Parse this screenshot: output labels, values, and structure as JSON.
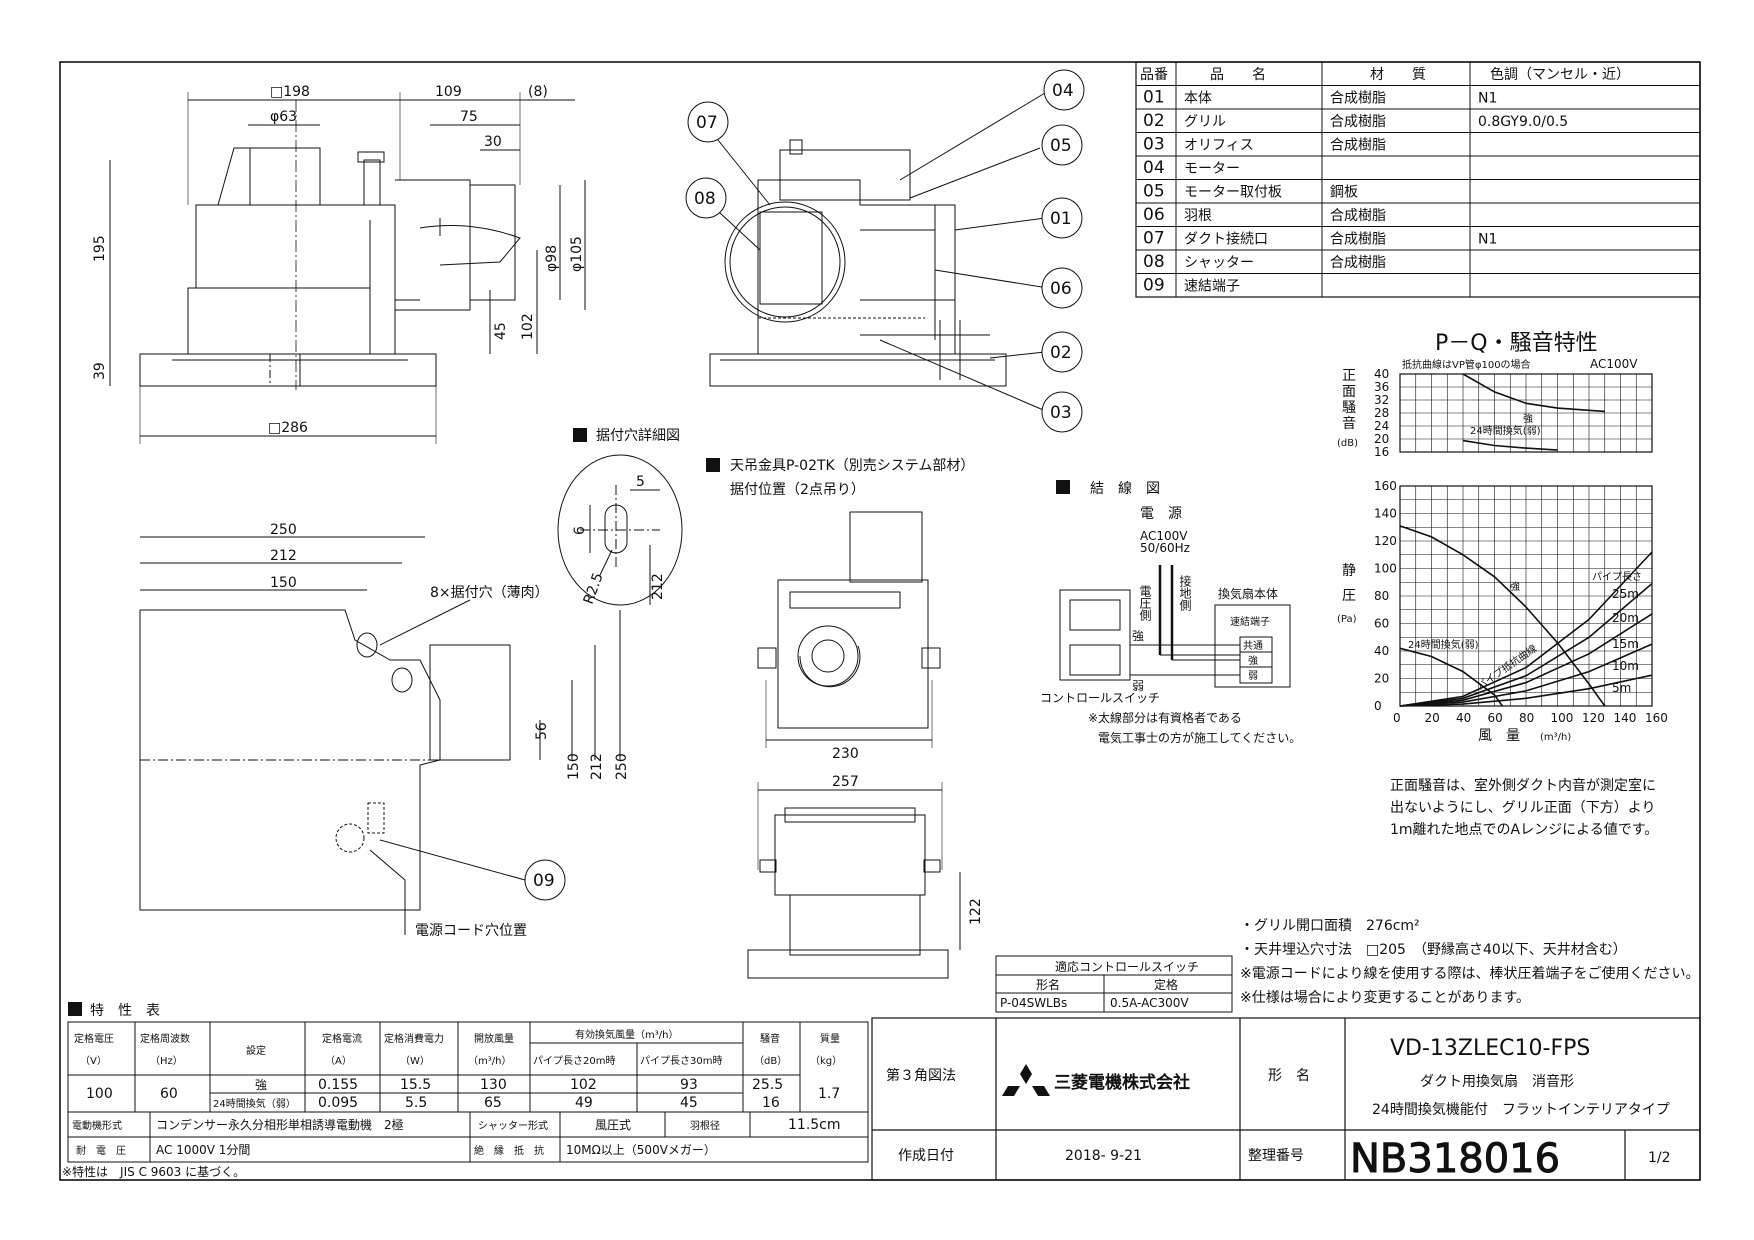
{
  "parts_table": {
    "headers": [
      "品番",
      "品　　名",
      "材　　質",
      "色調（マンセル・近）"
    ],
    "rows": [
      {
        "no": "01",
        "name": "本体",
        "material": "合成樹脂",
        "color": "N1"
      },
      {
        "no": "02",
        "name": "グリル",
        "material": "合成樹脂",
        "color": "0.8GY9.0/0.5"
      },
      {
        "no": "03",
        "name": "オリフィス",
        "material": "合成樹脂",
        "color": ""
      },
      {
        "no": "04",
        "name": "モーター",
        "material": "",
        "color": ""
      },
      {
        "no": "05",
        "name": "モーター取付板",
        "material": "鋼板",
        "color": ""
      },
      {
        "no": "06",
        "name": "羽根",
        "material": "合成樹脂",
        "color": ""
      },
      {
        "no": "07",
        "name": "ダクト接続口",
        "material": "合成樹脂",
        "color": "N1"
      },
      {
        "no": "08",
        "name": "シャッター",
        "material": "合成樹脂",
        "color": ""
      },
      {
        "no": "09",
        "name": "速結端子",
        "material": "",
        "color": ""
      }
    ]
  },
  "side_view": {
    "dims": {
      "width_top": "□198",
      "duct_dia_top": "φ63",
      "d109": "109",
      "d8": "(8)",
      "d75": "75",
      "d30": "30",
      "height": "195",
      "flange": "39",
      "d45": "45",
      "d102": "102",
      "phi98": "φ98",
      "phi105": "φ105",
      "width_bottom": "□286"
    }
  },
  "callouts": [
    "04",
    "05",
    "01",
    "06",
    "02",
    "03",
    "07",
    "08",
    "09"
  ],
  "mounting_hole_detail": {
    "title": "据付穴詳細図",
    "dims": {
      "d5": "5",
      "d6": "6",
      "r": "R2.5",
      "d212": "212"
    }
  },
  "hanger": {
    "title": "天吊金具P-02TK（別売システム部材）",
    "subtitle": "据付位置（2点吊り）",
    "dims": {
      "d230": "230",
      "d257": "257",
      "d122": "122"
    }
  },
  "plan_view": {
    "dims": {
      "d250": "250",
      "d212": "212",
      "d150": "150",
      "d56": "56",
      "v150": "150",
      "v212": "212",
      "v250": "250"
    },
    "hole_label": "8×据付穴（薄肉）",
    "cord_label": "電源コード穴位置"
  },
  "wiring": {
    "title": "結　線　図",
    "power": "電　源",
    "ac": "AC100V",
    "freq": "50/60Hz",
    "voltage_side": "電圧側",
    "ground_side": "接地側",
    "fan_body": "換気扇本体",
    "terminal": "速結端子",
    "common": "共通",
    "strong": "強",
    "weak": "弱",
    "switch": "コントロールスイッチ",
    "note1": "※太線部分は有資格者である",
    "note2": "電気工事士の方が施工してください。"
  },
  "pq_chart": {
    "title": "P－Q・騒音特性",
    "noise_note": "抵抗曲線はVP管φ100の場合",
    "ac": "AC100V",
    "noise_label": [
      "正",
      "面",
      "騒",
      "音"
    ],
    "noise_unit": "(dB)",
    "pressure_label": [
      "静",
      "圧"
    ],
    "pressure_unit": "(Pa)",
    "x_label": "風　量",
    "x_unit": "(m³/h)",
    "strong": "強",
    "h24": "24時間換気(弱)",
    "pipe_length": "パイプ長さ",
    "pipe_curve": "パイプ抵抗曲線",
    "pipes": [
      "25m",
      "20m",
      "15m",
      "10m",
      "5m"
    ],
    "note": [
      "正面騒音は、室外側ダクト内音が測定室に",
      "出ないようにし、グリル正面（下方）より",
      "1m離れた地点でのAレンジによる値です。"
    ]
  },
  "chart_data": [
    {
      "type": "line",
      "title": "P－Q・騒音特性",
      "ylabel": "正面騒音 (dB)",
      "x_ticks": [],
      "y_ticks": [
        40,
        36,
        32,
        28,
        24,
        20,
        16
      ],
      "xlim": [
        0,
        160
      ],
      "ylim": [
        16,
        40
      ],
      "grid": true,
      "series": [
        {
          "name": "強",
          "x": [
            40,
            60,
            80,
            100,
            130
          ],
          "y": [
            40,
            34.5,
            31,
            29.5,
            28.5
          ]
        },
        {
          "name": "24時間換気(弱)",
          "x": [
            40,
            60,
            80,
            100
          ],
          "y": [
            19.5,
            18,
            17.2,
            16.6
          ]
        }
      ]
    },
    {
      "type": "line",
      "xlabel": "風　量 (m³/h)",
      "ylabel": "静圧 (Pa)",
      "x_ticks": [
        0,
        20,
        40,
        60,
        80,
        100,
        120,
        140,
        160
      ],
      "y_ticks": [
        160,
        140,
        120,
        100,
        80,
        60,
        40,
        20,
        0
      ],
      "xlim": [
        0,
        160
      ],
      "ylim": [
        0,
        160
      ],
      "grid": true,
      "series": [
        {
          "name": "強",
          "x": [
            0,
            20,
            40,
            60,
            80,
            100,
            120,
            130
          ],
          "y": [
            131,
            123,
            110,
            94,
            72,
            46,
            16,
            0
          ]
        },
        {
          "name": "24時間換気(弱)",
          "x": [
            0,
            20,
            40,
            60,
            65
          ],
          "y": [
            42,
            36,
            25,
            8,
            0
          ]
        },
        {
          "name": "25m",
          "x": [
            0,
            40,
            80,
            120,
            160
          ],
          "y": [
            0,
            7,
            28,
            63,
            112
          ]
        },
        {
          "name": "20m",
          "x": [
            0,
            40,
            80,
            120,
            160
          ],
          "y": [
            0,
            5.6,
            22,
            50,
            89
          ]
        },
        {
          "name": "15m",
          "x": [
            0,
            40,
            80,
            120,
            160
          ],
          "y": [
            0,
            4.2,
            17,
            38,
            67
          ]
        },
        {
          "name": "10m",
          "x": [
            0,
            40,
            80,
            120,
            160
          ],
          "y": [
            0,
            2.8,
            11,
            25,
            45
          ]
        },
        {
          "name": "5m",
          "x": [
            0,
            40,
            80,
            120,
            160
          ],
          "y": [
            0,
            1.4,
            5.6,
            12.6,
            22.4
          ]
        }
      ]
    }
  ],
  "spec_notes": [
    "・グリル開口面積　276cm²",
    "・天井埋込穴寸法　□205　（野縁高さ40以下、天井材含む）",
    "※電源コードにより線を使用する際は、棒状圧着端子をご使用ください。",
    "※仕様は場合により変更することがあります。"
  ],
  "control_switch": {
    "title": "適応コントロールスイッチ",
    "h_model": "形名",
    "h_rating": "定格",
    "model": "P-04SWLBs",
    "rating": "0.5A-AC300V"
  },
  "characteristics": {
    "title": "特　性　表",
    "h_voltage": "定格電圧",
    "u_voltage": "（V）",
    "h_freq": "定格周波数",
    "u_freq": "（Hz）",
    "h_setting": "設定",
    "h_current": "定格電流",
    "u_current": "（A）",
    "h_power": "定格消費電力",
    "u_power": "（W）",
    "h_open": "開放風量",
    "u_open": "（m³/h）",
    "h_effective": "有効換気風量（m³/h）",
    "h_pipe20": "パイプ長さ20m時",
    "h_pipe30": "パイプ長さ30m時",
    "h_noise": "騒音",
    "u_noise": "（dB）",
    "h_mass": "質量",
    "u_mass": "（kg）",
    "voltage": "100",
    "freq": "60",
    "mass": "1.7",
    "rows": [
      {
        "setting": "強",
        "current": "0.155",
        "power": "15.5",
        "open": "130",
        "p20": "102",
        "p30": "93",
        "noise": "25.5"
      },
      {
        "setting": "24時間換気（弱）",
        "current": "0.095",
        "power": "5.5",
        "open": "65",
        "p20": "49",
        "p30": "45",
        "noise": "16"
      }
    ],
    "motor_label": "電動機形式",
    "motor": "コンデンサー永久分相形単相誘導電動機　2極",
    "shutter_label": "シャッター形式",
    "shutter": "風圧式",
    "blade_label": "羽根径",
    "blade": "11.5cm",
    "withstand_label": "耐　電　圧",
    "withstand": "AC 1000V 1分間",
    "insulation_label": "絶　縁　抵　抗",
    "insulation": "10MΩ以上（500Vメガー）",
    "footnote": "※特性は　JIS C 9603 に基づく。"
  },
  "title_block": {
    "projection": "第３角図法",
    "company": "三菱電機株式会社",
    "model_label": "形　名",
    "model": "VD-13ZLEC10-FPS",
    "desc1": "ダクト用換気扇　消音形",
    "desc2": "24時間換気機能付　フラットインテリアタイプ",
    "date_label": "作成日付",
    "date": "2018- 9-21",
    "number_label": "整理番号",
    "number": "NB318016",
    "page": "1/2"
  }
}
